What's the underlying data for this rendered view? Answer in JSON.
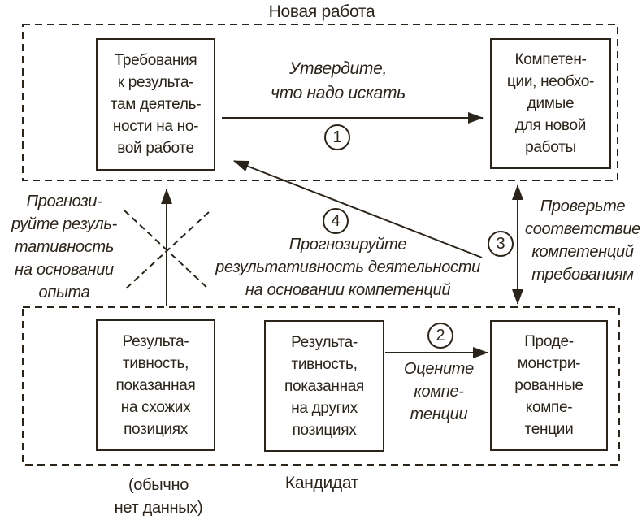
{
  "ink_color": "#2b241b",
  "background_color": "#ffffff",
  "regions": {
    "new_job": {
      "label": "Новая работа"
    },
    "candidate": {
      "label": "Кандидат"
    }
  },
  "boxes": {
    "requirements": "Требования\nк результа-\nтам деятель-\nности на но-\nвой работе",
    "needed_competencies": "Компетен-\nции, необхо-\nдимые\nдля новой\nработы",
    "performance_similar": "Результа-\nтивность,\nпоказанная\nна схожих\nпозициях",
    "performance_other": "Результа-\nтивность,\nпоказанная\nна других\nпозициях",
    "demonstrated_competencies": "Проде-\nмонстри-\nрованные\nкомпе-\nтенции"
  },
  "steps": {
    "step1": {
      "number": "1",
      "label": "Утвердите,\nчто надо искать"
    },
    "step2": {
      "number": "2",
      "label": "Оцените\nкомпе-\nтенции"
    },
    "step3": {
      "number": "3",
      "label": "Проверьте\nсоответствие\nкомпетенций\nтребованиям"
    },
    "step4": {
      "number": "4",
      "label": "Прогнозируйте\nрезультативность деятельности\nна основании компетенций"
    }
  },
  "notes": {
    "experience_prediction": "Прогнози-\nруйте резуль-\nтативность\nна основании\nопыта",
    "no_data": "(обычно\nнет данных)"
  }
}
